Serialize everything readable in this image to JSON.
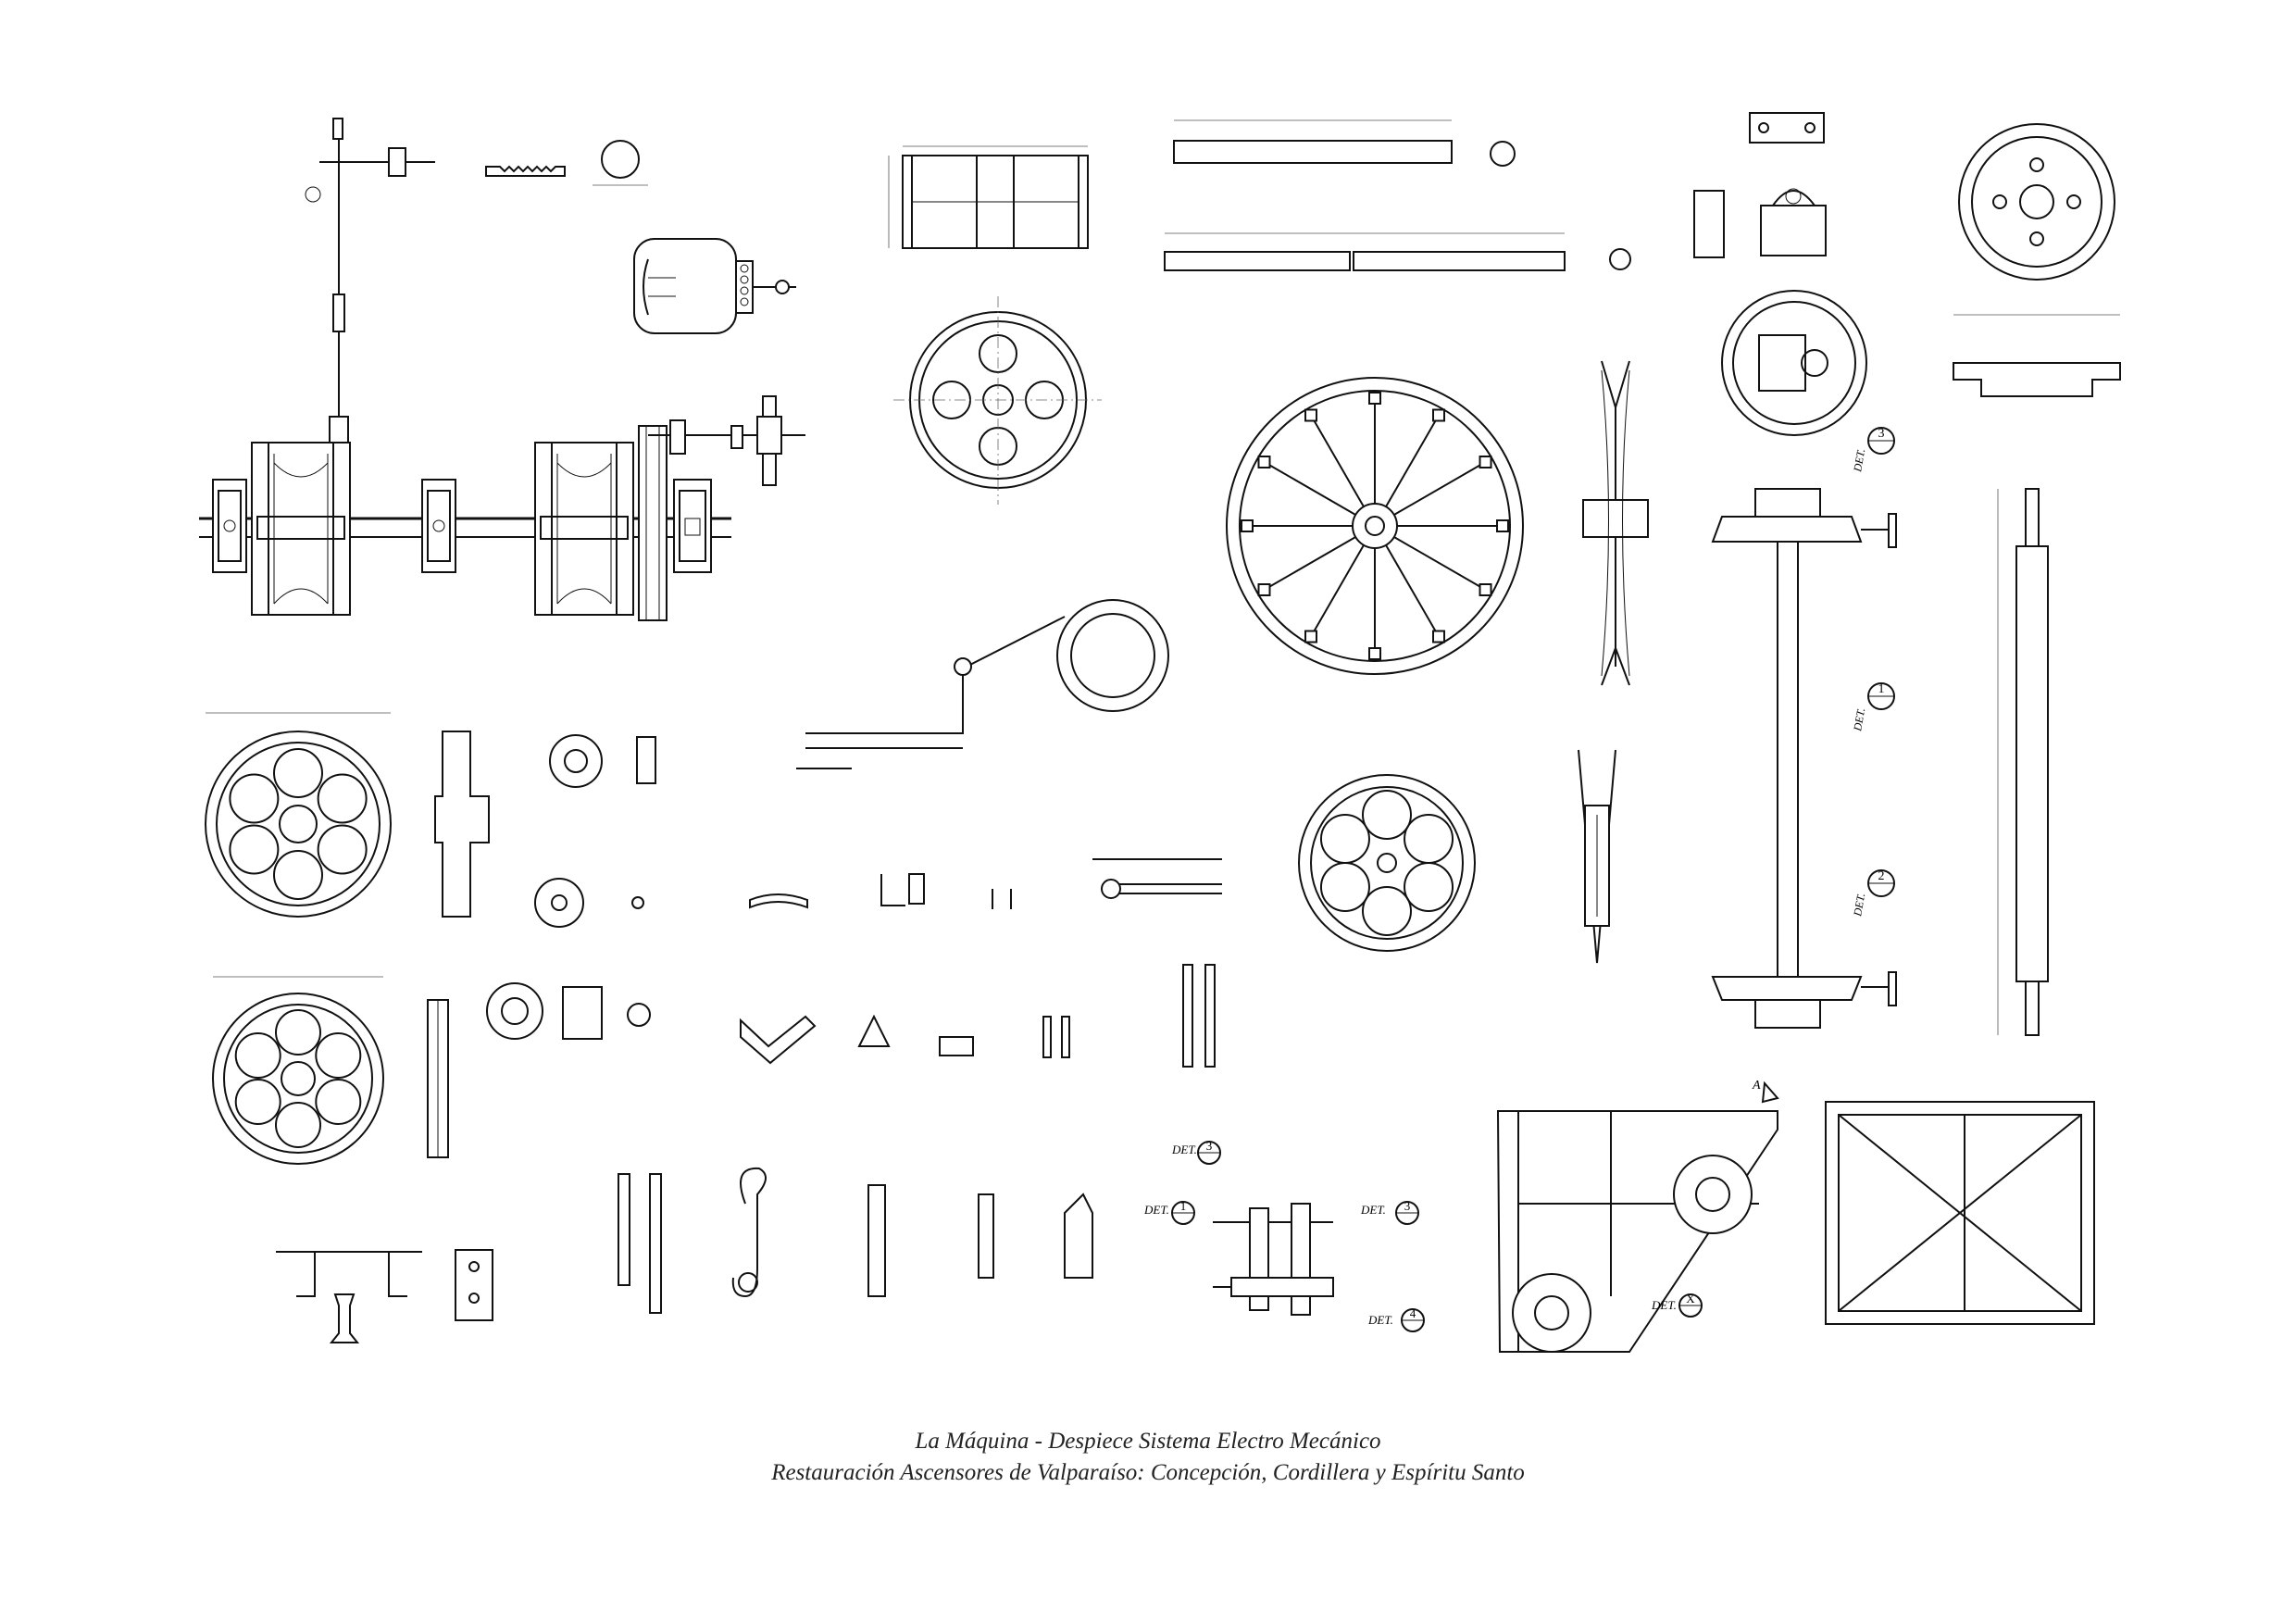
{
  "title": {
    "line1": "La Máquina - Despiece Sistema Electro Mecánico",
    "line2": "Restauración Ascensores de Valparaíso: Concepción, Cordillera y Espíritu Santo"
  },
  "detail_prefix": "DET.",
  "detail_callouts": {
    "shaft_a": "3",
    "shaft_b": "1",
    "shaft_c": "2",
    "assembly_1": "3",
    "assembly_2": "1",
    "assembly_3": "3",
    "assembly_4": "4",
    "frame_x": "X"
  },
  "section_marks": {
    "frame_a": "A"
  },
  "colors": {
    "ink": "#111111",
    "paper": "#ffffff",
    "dimension": "#555555"
  }
}
